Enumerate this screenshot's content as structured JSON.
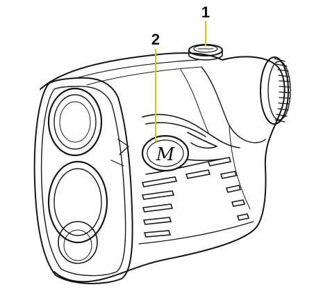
{
  "callouts": [
    {
      "id": "1",
      "label": "1",
      "target": "top-button"
    },
    {
      "id": "2",
      "label": "2",
      "target": "mode-button"
    }
  ],
  "device": {
    "name_icon": "rangefinder-device-illustration",
    "logo_text": "M"
  },
  "colors": {
    "leader_line": "#c8c81e",
    "ink": "#151515",
    "background": "#ffffff"
  }
}
